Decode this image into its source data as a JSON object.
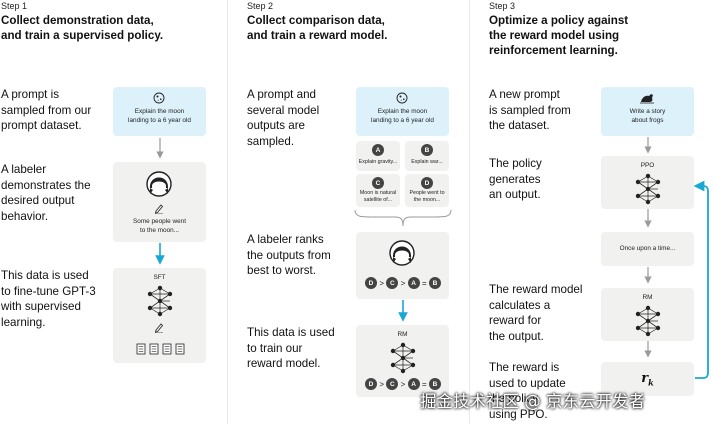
{
  "step1": {
    "step": "Step 1",
    "heading_line1": "Collect demonstration data,",
    "heading_line2": "and train a supervised policy.",
    "desc1": [
      "A prompt is",
      "sampled from our",
      "prompt dataset."
    ],
    "desc2": [
      "A labeler",
      "demonstrates the",
      "desired output",
      "behavior."
    ],
    "desc3": [
      "This data is used",
      "to fine-tune GPT-3",
      "with supervised",
      "learning."
    ],
    "prompt": [
      "Explain the moon",
      "landing to a 6 year old"
    ],
    "demo": [
      "Some people went",
      "to the moon..."
    ],
    "model": "SFT"
  },
  "step2": {
    "step": "Step 2",
    "heading_line1": "Collect comparison data,",
    "heading_line2": "and train a reward model.",
    "desc1": [
      "A prompt and",
      "several model",
      "outputs are",
      "sampled."
    ],
    "desc2": [
      "A labeler ranks",
      "the outputs from",
      "best to worst."
    ],
    "desc3": [
      "This data is used",
      "to train our",
      "reward model."
    ],
    "prompt": [
      "Explain the moon",
      "landing to a 6 year old"
    ],
    "outputs": [
      {
        "letter": "A",
        "text": [
          "Explain gravity..."
        ]
      },
      {
        "letter": "B",
        "text": [
          "Explain war..."
        ]
      },
      {
        "letter": "C",
        "text": [
          "Moon is natural",
          "satellite of..."
        ]
      },
      {
        "letter": "D",
        "text": [
          "People went to",
          "the moon..."
        ]
      }
    ],
    "ranking": [
      "D",
      ">",
      "C",
      ">",
      "A",
      "=",
      "B"
    ],
    "model": "RM"
  },
  "step3": {
    "step": "Step 3",
    "heading_line1": "Optimize a policy against",
    "heading_line2": "the reward model using",
    "heading_line3": "reinforcement learning.",
    "desc1": [
      "A new prompt",
      "is sampled from",
      "the dataset."
    ],
    "desc2": [
      "The policy",
      "generates",
      "an output."
    ],
    "desc3": [
      "The reward model",
      "calculates a",
      "reward for",
      "the output."
    ],
    "desc4": [
      "The reward is",
      "used to update",
      "the policy",
      "using PPO."
    ],
    "prompt": [
      "Write a story",
      "about frogs"
    ],
    "policy": "PPO",
    "output": "Once upon a time...",
    "rm": "RM",
    "reward": "r",
    "reward_sub": "k"
  },
  "watermark": "掘金技术社区 @ 京东云开发者",
  "colors": {
    "accent_arrow": "#19a7d3",
    "prompt_bg": "#dcf1fa",
    "card_bg": "#f1f1f0",
    "node": "#222222"
  }
}
